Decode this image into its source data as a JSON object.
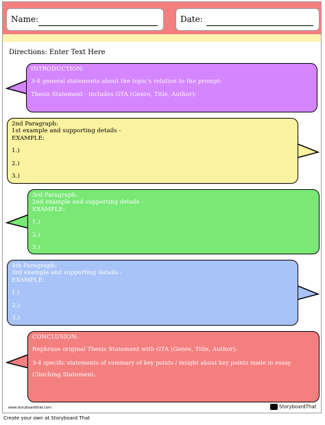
{
  "header": {
    "name_label": "Name:",
    "date_label": "Date:"
  },
  "directions": "Directions: Enter Text Here",
  "sections": [
    {
      "lines": [
        "INTRODUCTION:",
        "3-4 general statements about the topic's relation to the prompt:",
        "Thesis Statement - includes GTA (Genre, Title, Author):"
      ],
      "fill": "#d485ff",
      "text_color": "#ffffff"
    },
    {
      "lines": [
        "2nd Paragraph:",
        "1st example and supporting details -",
        "EXAMPLE:",
        "1.)",
        "2.)",
        "3.)"
      ],
      "fill": "#fbf3a0",
      "text_color": "#000000"
    },
    {
      "lines": [
        "3rd Paragraph:",
        "2nd example and supporting details -",
        "EXAMPLE:",
        "1.)",
        "2.)",
        "3.)"
      ],
      "fill": "#79e875",
      "text_color": "#ffffff"
    },
    {
      "lines": [
        "4th Paragraph:",
        "3rd example and supporting details -",
        "EXAMPLE:",
        "1.)",
        "2.)",
        "3.)"
      ],
      "fill": "#a8c3f7",
      "text_color": "#ffffff"
    },
    {
      "lines": [
        "CONCLUSION:",
        "Rephrase original Thesis Statement with GTA (Genre, Title, Author):",
        "3-4 specific statements of summary of key points / insight about key points made in essay",
        "Clinching Statement:"
      ],
      "fill": "#f47f7f",
      "text_color": "#ffffff"
    }
  ],
  "footer": {
    "url": "www.storyboardthat.com",
    "logo_text": "StoryboardThat",
    "create_text": "Create your own at Storyboard That"
  },
  "colors": {
    "header_band": "#f47f7f",
    "yellow_band": "#fdf5b0"
  }
}
